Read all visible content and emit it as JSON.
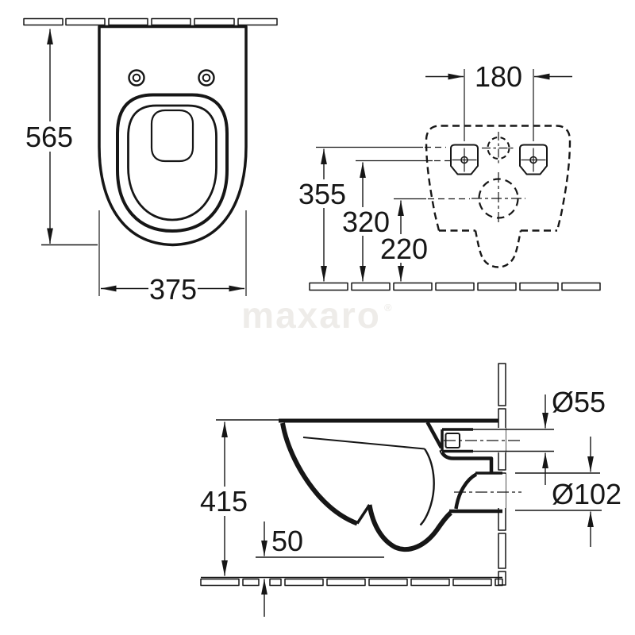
{
  "drawing": {
    "watermark": "maxaro",
    "watermark_symbol": "®",
    "top_view": {
      "depth_mm": "565",
      "width_mm": "375"
    },
    "rear_view": {
      "bolt_spacing_mm": "180",
      "inlet_height_mm": "355",
      "bolt_height_mm": "320",
      "outlet_height_mm": "220"
    },
    "side_view": {
      "height_mm": "415",
      "bottom_clearance_mm": "50",
      "inlet_diameter": "Ø55",
      "outlet_diameter": "Ø102"
    }
  },
  "colors": {
    "line": "#161616",
    "background": "#ffffff",
    "watermark": "#eeece9"
  }
}
